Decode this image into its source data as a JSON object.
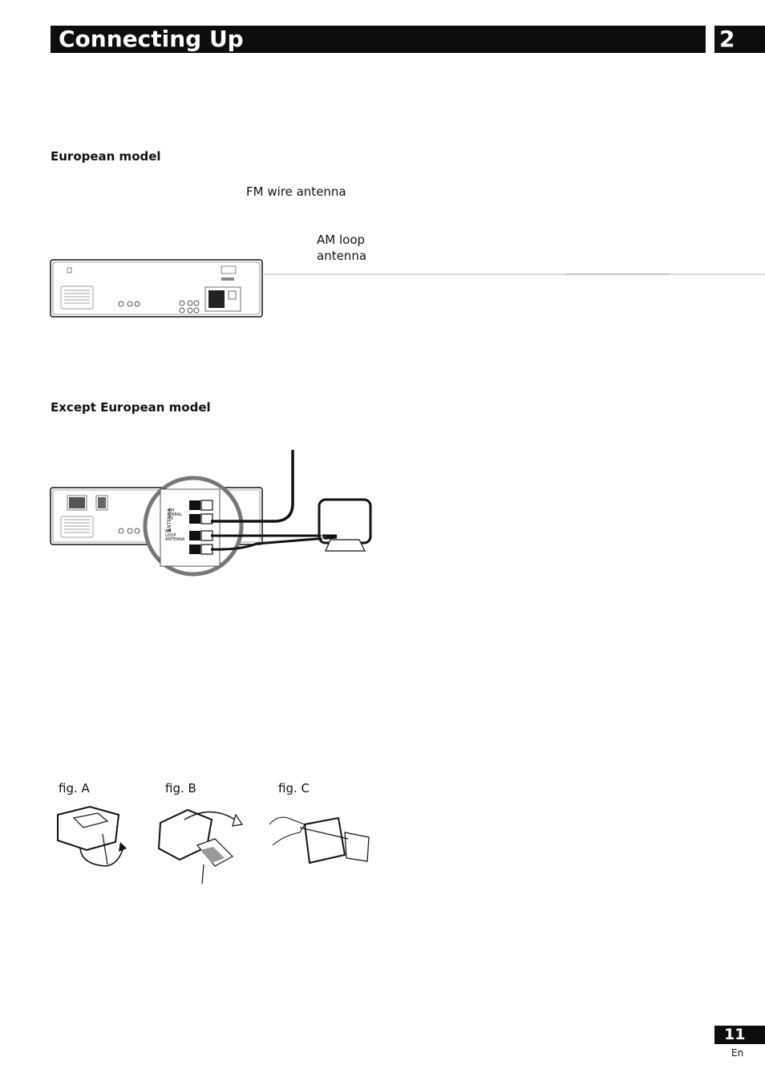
{
  "header": {
    "title": "Connecting Up",
    "chapter": "2"
  },
  "sections": {
    "european": {
      "heading": "European model"
    },
    "except_european": {
      "heading": "Except European model"
    }
  },
  "callouts": {
    "fm_wire_antenna": "FM wire antenna",
    "am_loop_line1": "AM loop",
    "am_loop_line2": "antenna"
  },
  "panel_labels": {
    "antenna": "ANTENNA",
    "fm": "FM",
    "unbal": "UNBAL",
    "ohm": "75",
    "am": "AM",
    "loop": "LOOP",
    "antenna_small": "ANTENNA"
  },
  "figures": {
    "fig_a": "fig. A",
    "fig_b": "fig. B",
    "fig_c": "fig. C"
  },
  "footer": {
    "page_number": "11",
    "language": "En"
  },
  "icons": [
    "rear-panel-illustration",
    "fm-wire-antenna-illustration",
    "am-loop-antenna-illustration",
    "rotate-arrow-icon"
  ]
}
